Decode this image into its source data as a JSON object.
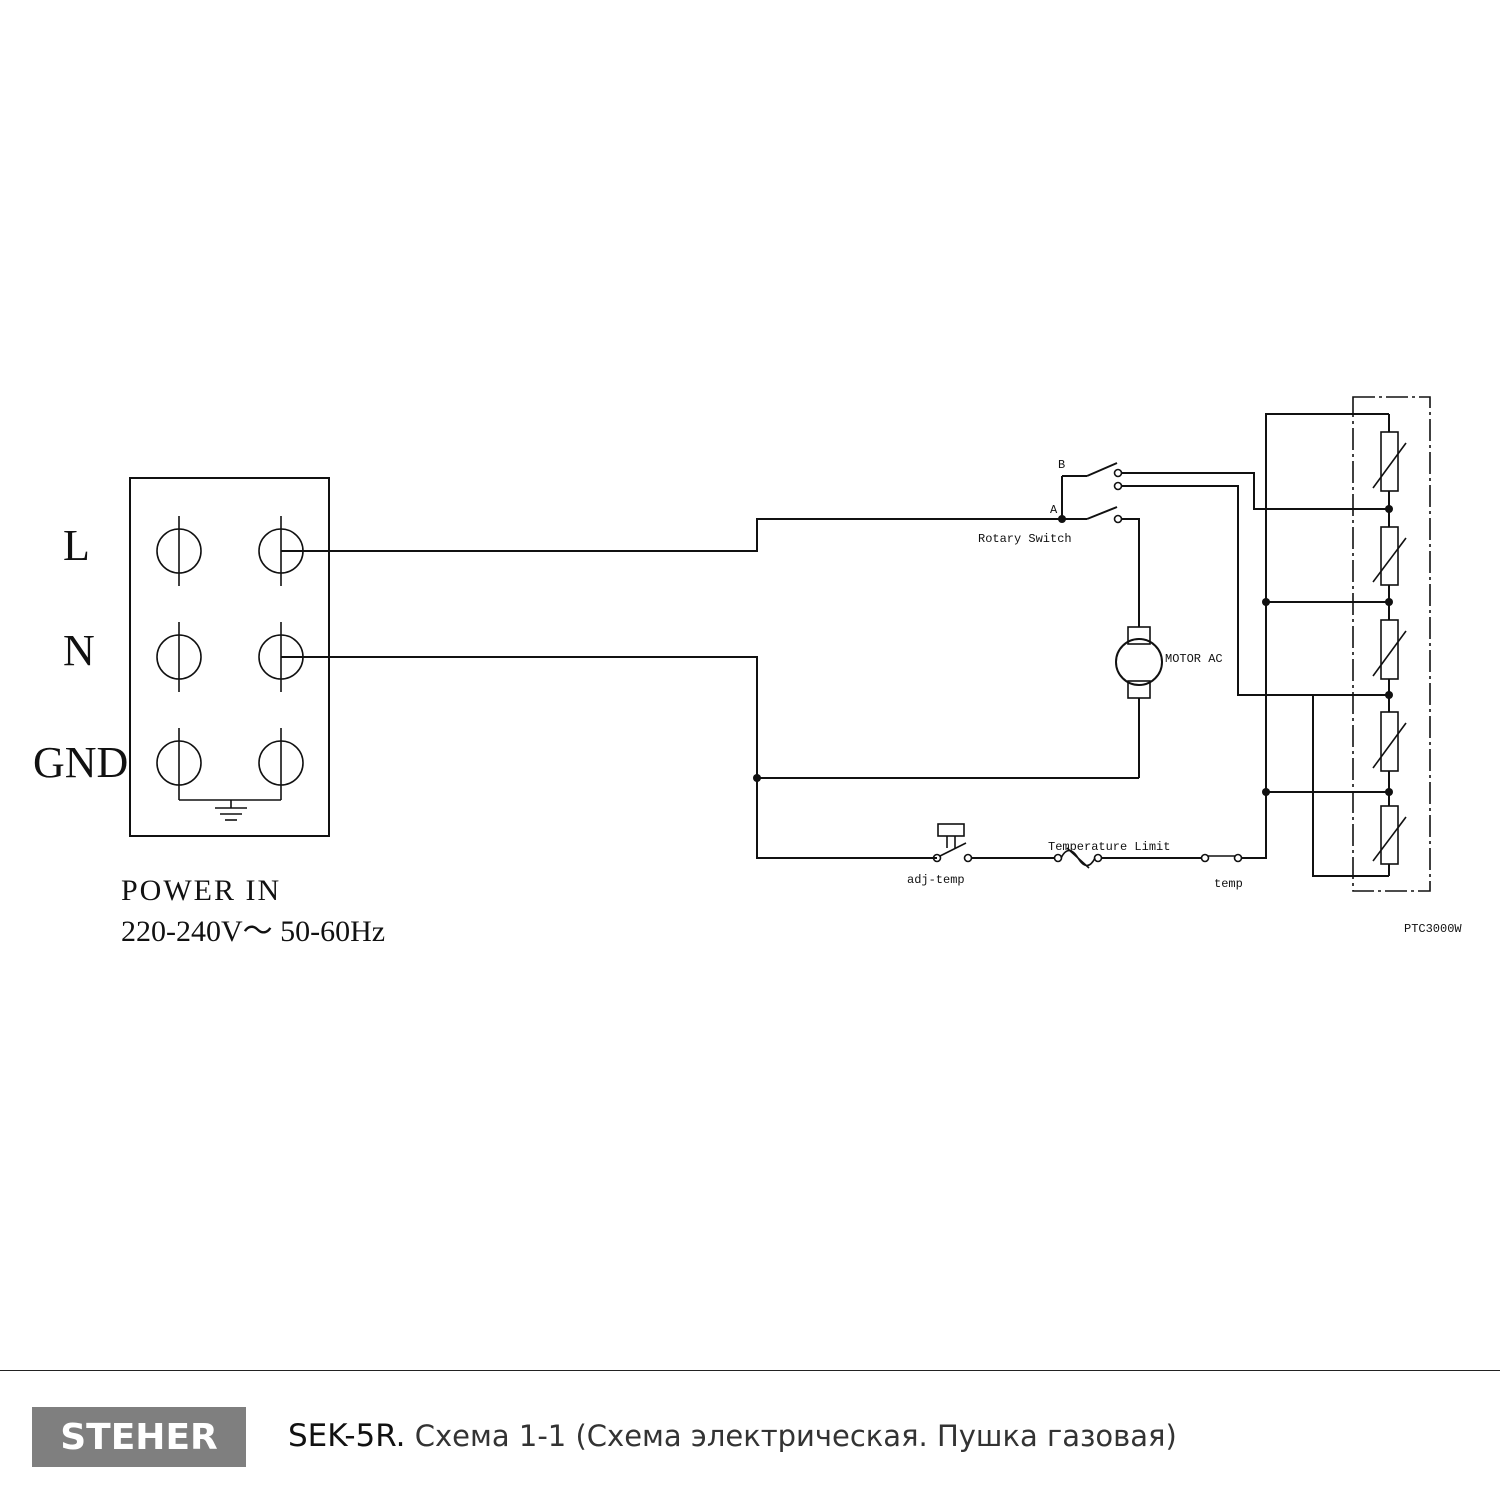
{
  "terminal_labels": {
    "line": "L",
    "neutral": "N",
    "ground": "GND"
  },
  "power_in": {
    "title": "POWER IN",
    "rating": "220-240V〜 50-60Hz"
  },
  "switch": {
    "label": "Rotary Switch",
    "contact_a": "A",
    "contact_b": "B"
  },
  "motor": {
    "label": "MOTOR AC"
  },
  "temperature_limit": {
    "label": "Temperature Limit"
  },
  "adj_temp": {
    "label": "adj-temp"
  },
  "temp": {
    "label": "temp"
  },
  "heater": {
    "label": "PTC3000W"
  },
  "footer": {
    "brand": "STEHER",
    "model": "SEK-5R.",
    "description": "Схема 1-1 (Схема электрическая. Пушка газовая)"
  }
}
